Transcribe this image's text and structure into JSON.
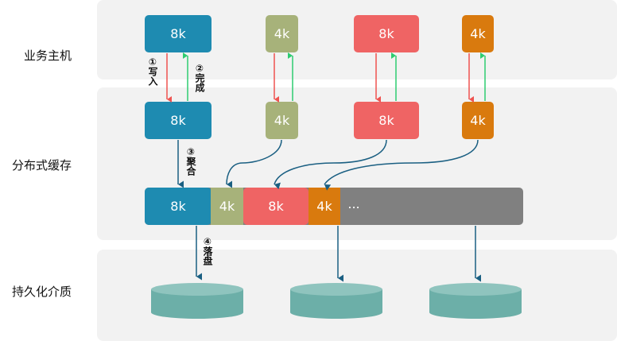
{
  "layers": {
    "business_host": "业务主机",
    "distributed_cache": "分布式缓存",
    "persistent_media": "持久化介质"
  },
  "hosts": [
    {
      "size": "8k",
      "color": "#1e8bb1"
    },
    {
      "size": "4k",
      "color": "#a7b27a"
    },
    {
      "size": "8k",
      "color": "#ef6464"
    },
    {
      "size": "4k",
      "color": "#d97a0e"
    }
  ],
  "caches": [
    {
      "size": "8k",
      "color": "#1e8bb1"
    },
    {
      "size": "4k",
      "color": "#a7b27a"
    },
    {
      "size": "8k",
      "color": "#ef6464"
    },
    {
      "size": "4k",
      "color": "#d97a0e"
    }
  ],
  "aggregate": {
    "segments": [
      {
        "size": "8k",
        "color": "#1e8bb1"
      },
      {
        "size": "4k",
        "color": "#a7b27a"
      },
      {
        "size": "8k",
        "color": "#ef6464"
      },
      {
        "size": "4k",
        "color": "#d97a0e"
      }
    ],
    "more": "...",
    "bar_color": "#808080"
  },
  "steps": {
    "write": {
      "num": "①",
      "label": "写入"
    },
    "complete": {
      "num": "②",
      "label": "完成"
    },
    "aggregate": {
      "num": "③",
      "label": "聚合"
    },
    "flush": {
      "num": "④",
      "label": "落盘"
    }
  },
  "colors": {
    "write_arrow": "#ef5350",
    "complete_arrow": "#2ecc71",
    "flow_arrow": "#1a5f82",
    "disk": "#6cafa8",
    "disk_top": "#8fc4be"
  },
  "disk_count": 3
}
